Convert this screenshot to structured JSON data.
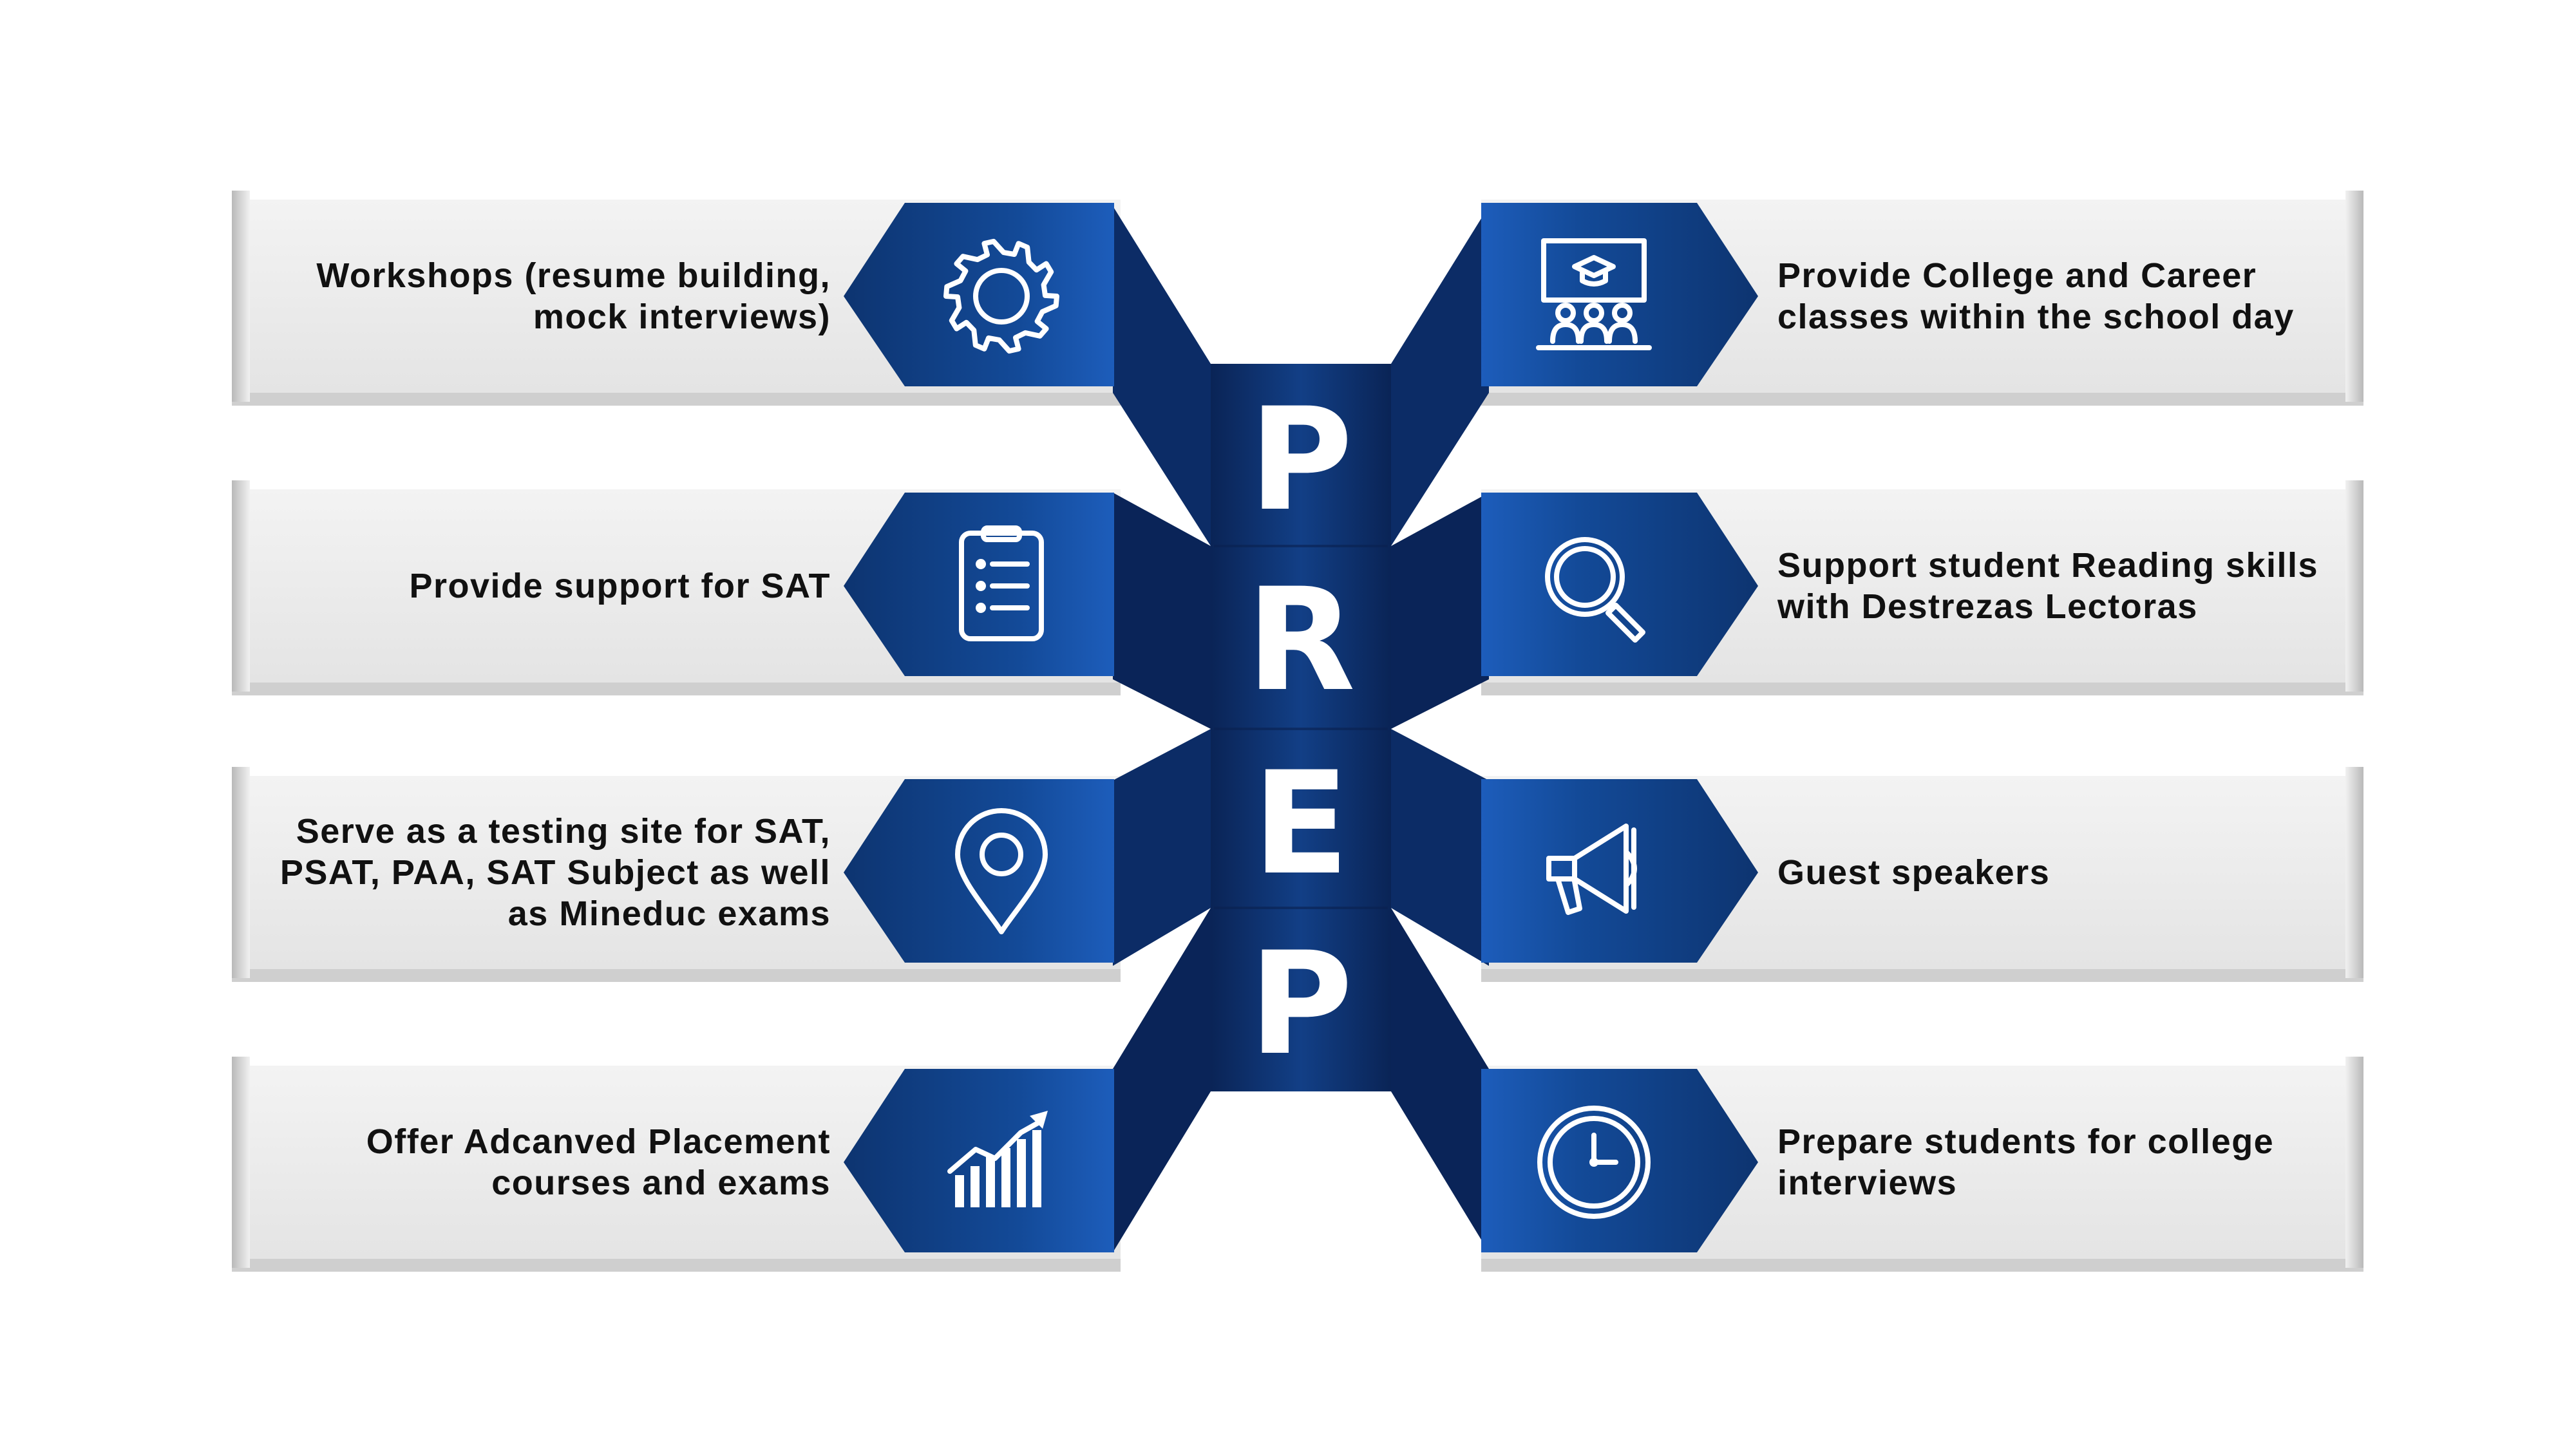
{
  "title_letters": [
    "P",
    "R",
    "E",
    "P"
  ],
  "colors": {
    "accent_dark": "#0b2a5e",
    "accent_mid": "#12408a",
    "accent_light": "#1a5ab8",
    "bar_light": "#ebebeb",
    "bar_shadow": "#c9c9c9",
    "text": "#111111"
  },
  "items_left": [
    {
      "text": "Workshops (resume building,\nmock interviews)",
      "icon": "gear-icon"
    },
    {
      "text": "Provide support for SAT",
      "icon": "checklist-icon"
    },
    {
      "text": "Serve as a testing site for SAT,\nPSAT, PAA, SAT Subject as well\nas Mineduc exams",
      "icon": "location-pin-icon"
    },
    {
      "text": "Offer Adcanved Placement\ncourses and exams",
      "icon": "growth-chart-icon"
    }
  ],
  "items_right": [
    {
      "text": "Provide College and Career\nclasses within the school day",
      "icon": "classroom-icon"
    },
    {
      "text": "Support student Reading skills\nwith Destrezas Lectoras",
      "icon": "magnifier-icon"
    },
    {
      "text": "Guest speakers",
      "icon": "megaphone-icon"
    },
    {
      "text": "Prepare students for college\ninterviews",
      "icon": "clock-icon"
    }
  ]
}
